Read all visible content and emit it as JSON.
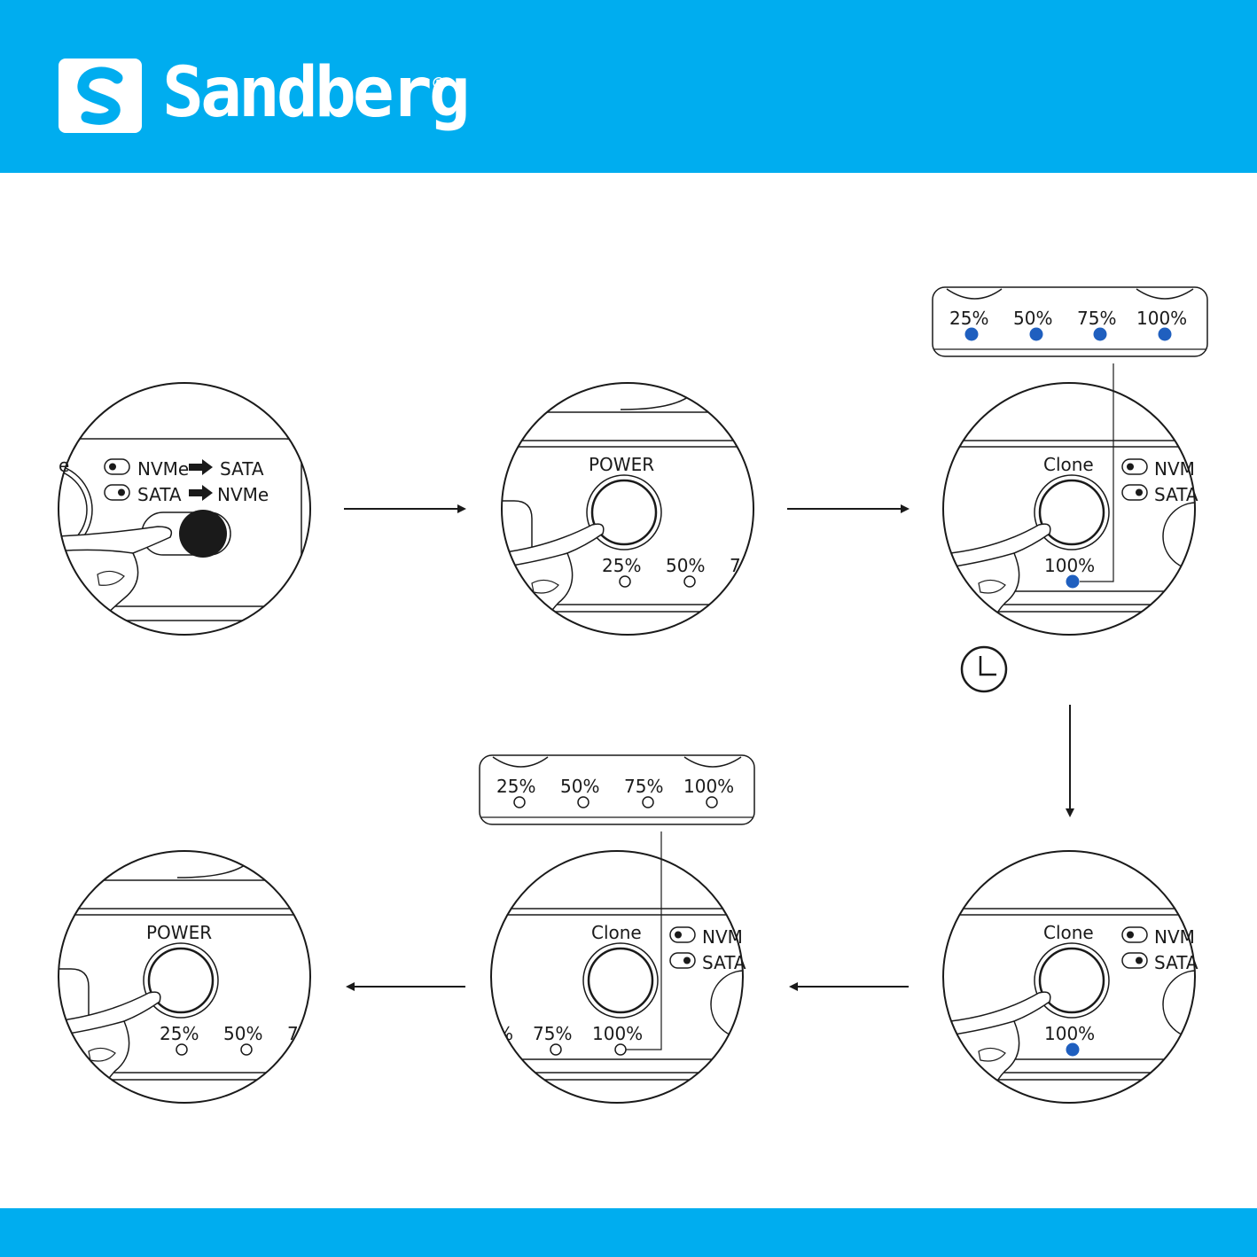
{
  "brand": {
    "name": "Sandberg",
    "registered_mark": "®",
    "header_color": "#00adef",
    "led_on_color": "#1f5fbf"
  },
  "step1": {
    "mode_top": "NVMe",
    "mode_top_target": "SATA",
    "mode_bottom": "SATA",
    "mode_bottom_target": "NVMe",
    "partial_left": "e"
  },
  "step2": {
    "button_label": "POWER",
    "led1": "25%",
    "led2": "50%",
    "led3_partial": "7"
  },
  "step3": {
    "button_label": "Clone",
    "mode_top_partial": "NVM",
    "mode_bottom_partial": "SATA",
    "led": "100%",
    "callout_leds": [
      "25%",
      "50%",
      "75%",
      "100%"
    ]
  },
  "step4": {
    "button_label": "Clone",
    "mode_top_partial": "NVM",
    "mode_bottom_partial": "SATA",
    "led": "100%"
  },
  "step5": {
    "button_label": "Clone",
    "mode_top_partial": "NVM",
    "mode_bottom_partial": "SATA",
    "led1": "75%",
    "led2": "100%",
    "callout_leds": [
      "25%",
      "50%",
      "75%",
      "100%"
    ]
  },
  "step6": {
    "button_label": "POWER",
    "led1": "25%",
    "led2": "50%",
    "led3_partial": "7"
  }
}
